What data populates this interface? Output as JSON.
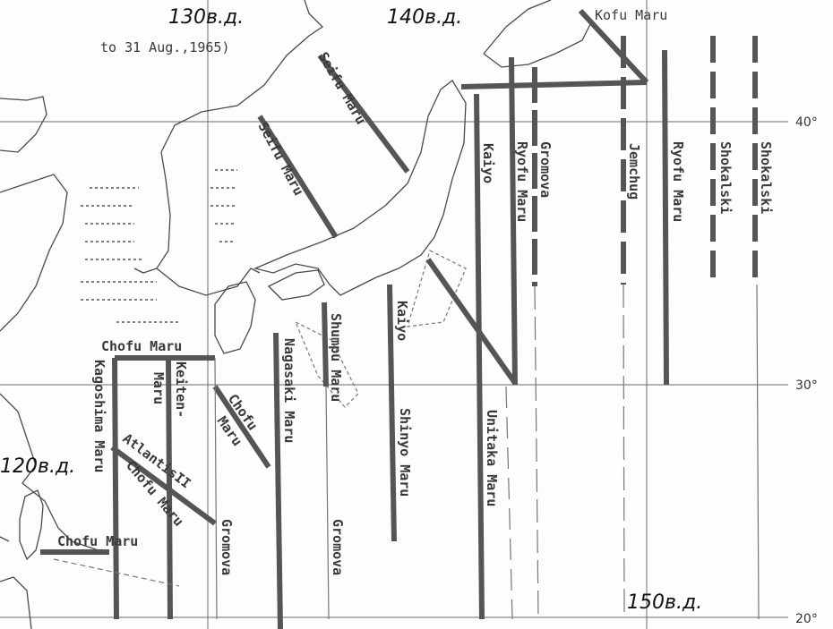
{
  "header": {
    "date_note": "to 31 Aug.,1965)"
  },
  "meridians": {
    "m120": "120в.д.",
    "m130": "130в.д.",
    "m140": "140в.д.",
    "m150": "150в.д."
  },
  "latitudes": {
    "lat40": "40°",
    "lat30": "30°",
    "lat20": "20°"
  },
  "ships": {
    "kofu_maru": "Kofu Maru",
    "seifu_maru_north": "Seifu Maru",
    "seifu_maru_south": "Seifu Maru",
    "kaiyo_north": "Kaiyo",
    "ryofu_maru_west": "Ryofu Maru",
    "gromova_north": "Gromova",
    "jemchug": "Jemchug",
    "ryofu_maru_east": "Ryofu Maru",
    "shokalski_a": "Shokalski",
    "shokalski_b": "Shokalski",
    "chofu_maru_top": "Chofu Maru",
    "kagoshima_maru": "Kagoshima Maru",
    "keiten_maru_1": "Keiten-",
    "keiten_maru_2": "Maru",
    "chofu_maru_diag": "Chofu",
    "chofu_maru_diag2": "Maru",
    "nagasaki_maru": "Nagasaki Maru",
    "shumpu_maru": "Shumpu Maru",
    "kaiyo_south": "Kaiyo",
    "shinyo_maru": "Shinyo Maru",
    "unitaka_maru": "Unitaka Maru",
    "atlantis": "AtlantisII",
    "chofu_maru_sw": "Chofu Maru",
    "chofu_maru_taiwan": "Chofu Maru",
    "gromova_mid": "Gromova",
    "gromova_south": "Gromova"
  },
  "colors": {
    "track": "#555555",
    "coast": "#4a4a4a",
    "background": "#fdfdfd"
  }
}
